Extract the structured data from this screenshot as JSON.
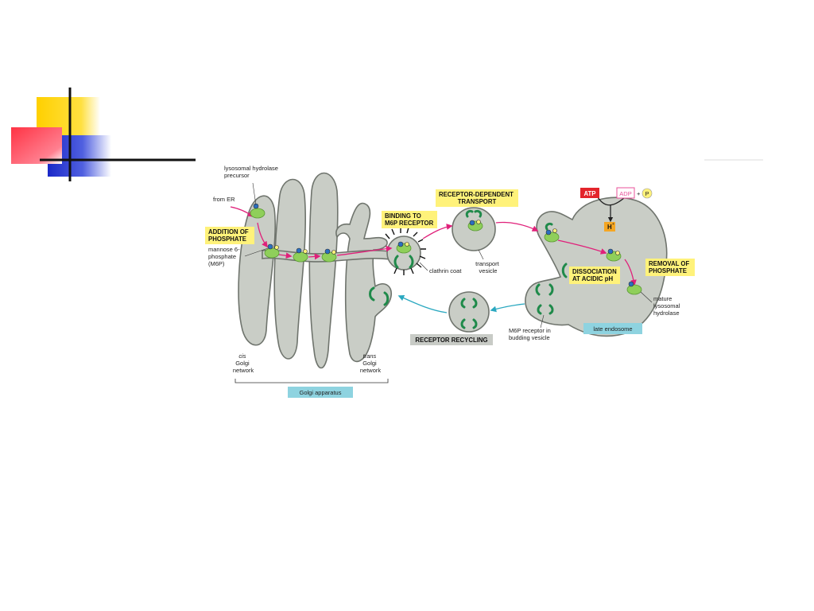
{
  "labels": {
    "hydrolase_precursor": [
      "lysosomal hydrolase",
      "precursor"
    ],
    "from_er": "from ER",
    "addition_phosphate": [
      "ADDITION OF",
      "PHOSPHATE"
    ],
    "m6p": [
      "mannose 6-",
      "phosphate",
      "(M6P)"
    ],
    "binding": [
      "BINDING TO",
      "M6P RECEPTOR"
    ],
    "clathrin_coat": "clathrin coat",
    "receptor_dependent": [
      "RECEPTOR-DEPENDENT",
      "TRANSPORT"
    ],
    "transport_vesicle": [
      "transport",
      "vesicle"
    ],
    "atp": "ATP",
    "adp": "ADP",
    "pi": "P",
    "h_plus": "H",
    "dissociation": [
      "DISSOCIATION",
      "AT ACIDIC pH"
    ],
    "removal": [
      "REMOVAL OF",
      "PHOSPHATE"
    ],
    "mature_hydrolase": [
      "mature",
      "lysosomal",
      "hydrolase"
    ],
    "late_endosome": "late endosome",
    "m6p_budding": [
      "M6P receptor in",
      "budding vesicle"
    ],
    "receptor_recycling": "RECEPTOR RECYCLING",
    "cis_golgi": [
      "cis",
      "Golgi",
      "network"
    ],
    "trans_golgi": [
      "trans",
      "Golgi",
      "network"
    ],
    "golgi_apparatus": "Golgi apparatus"
  },
  "colors": {
    "membrane_fill": "#c9cdc6",
    "membrane_stroke": "#6f746d",
    "protein": "#8fcf5a",
    "receptor": "#1f8a4a",
    "highlight_yellow": "#fff27a",
    "label_blue": "#8ed3e0",
    "label_gray": "#c8cbc6",
    "arrow_magenta": "#e0207a",
    "arrow_cyan": "#2aa8c0",
    "atp_red": "#e3242b",
    "adp_pink": "#e8509a",
    "h_orange": "#f5a623",
    "deco_yellow": "#ffd000",
    "deco_red": "#ff3040",
    "deco_blue": "#2030d0"
  }
}
